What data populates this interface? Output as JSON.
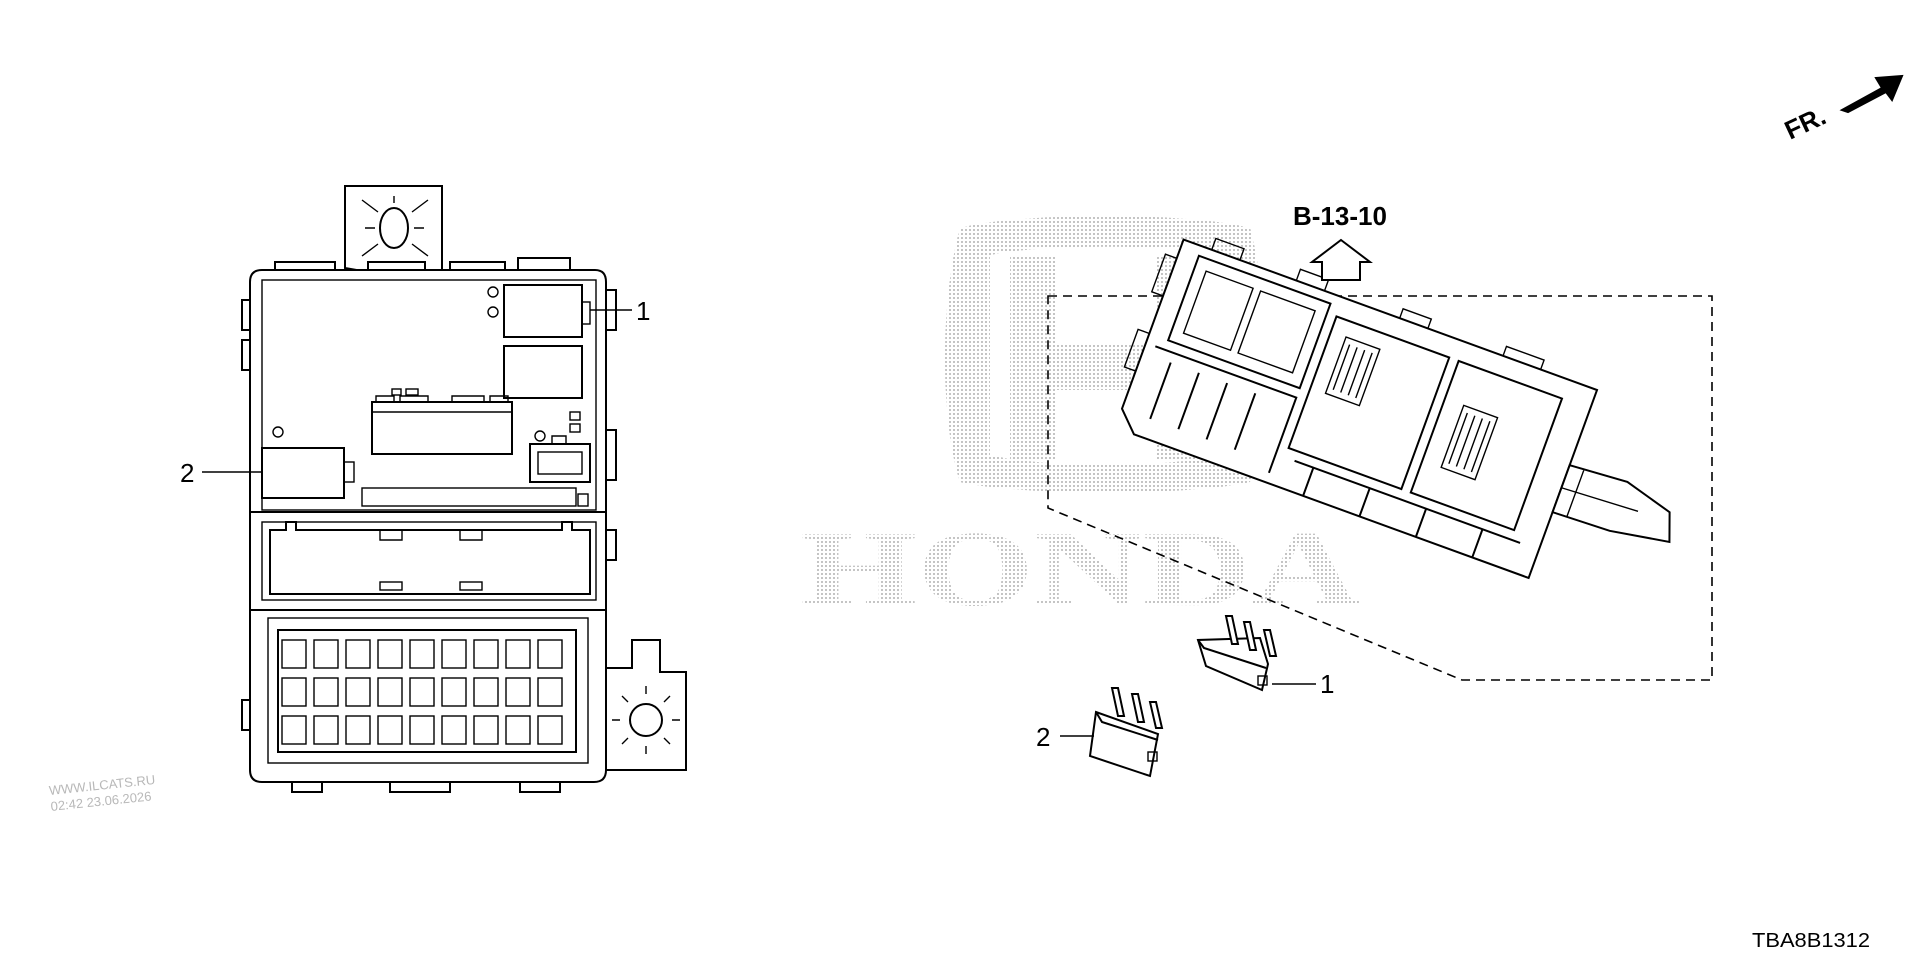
{
  "diagram": {
    "section_ref": "B-13-10",
    "front_indicator": "FR.",
    "callouts": {
      "left_part_1": "1",
      "left_part_2": "2",
      "right_part_1": "1",
      "right_part_2": "2"
    },
    "watermark": {
      "site": "WWW.ILCATS.RU",
      "timestamp": "02:42 23.06.2026",
      "logo_text": "HONDA"
    },
    "drawing_code": "TBA8B1312"
  }
}
